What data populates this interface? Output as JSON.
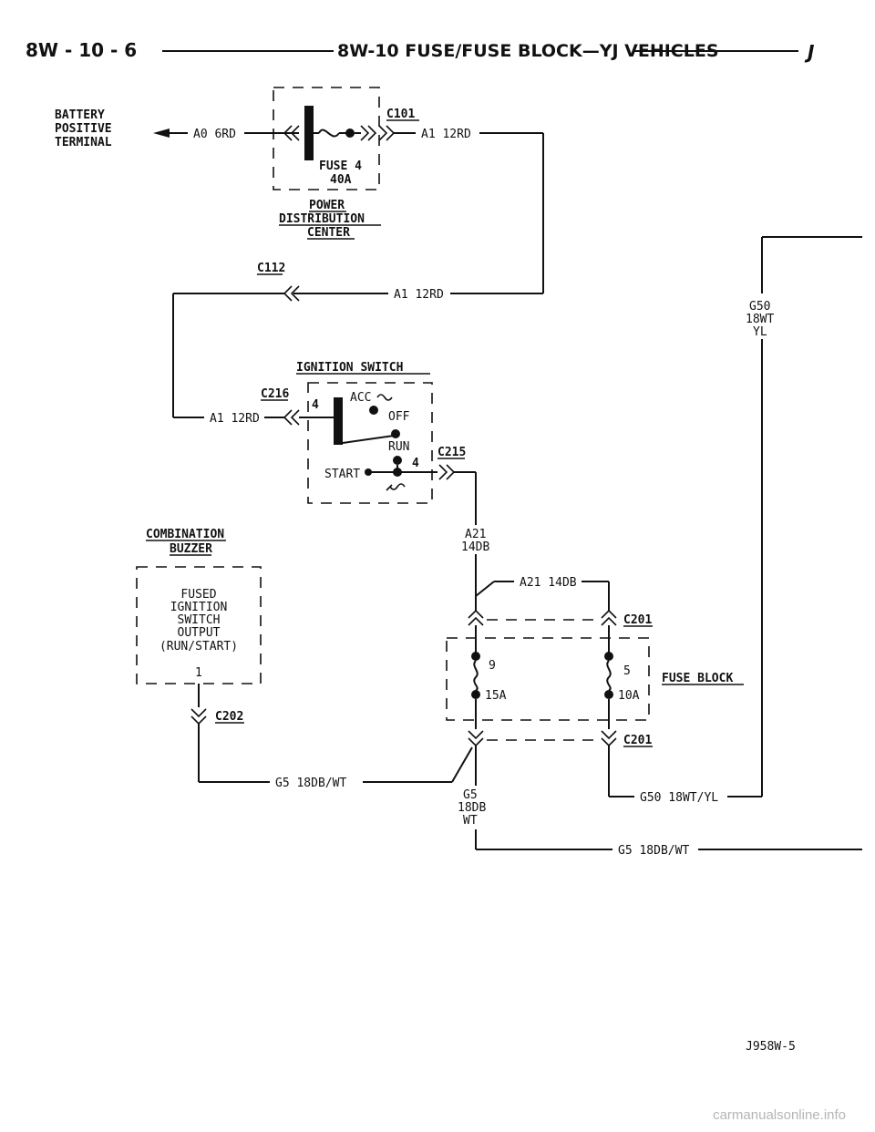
{
  "header": {
    "page_code": "8W - 10 - 6",
    "section_title": "8W-10 FUSE/FUSE BLOCK—YJ VEHICLES",
    "letter": "J"
  },
  "battery": {
    "line1": "BATTERY",
    "line2": "POSITIVE",
    "line3": "TERMINAL"
  },
  "wires": {
    "a0": "A0 6RD",
    "a1_top": "A1 12RD",
    "a1_mid": "A1 12RD",
    "a1_ign": "A1 12RD",
    "a21_a": "A21",
    "a21_b": "14DB",
    "a21_fuse": "A21 14DB",
    "g50_a": "G50",
    "g50_b": "18WT",
    "g50_c": "YL",
    "g5_left": "G5 18DB/WT",
    "g5_a": "G5",
    "g5_b": "18DB",
    "g5_c": "WT",
    "g50_bottom": "G50 18WT/YL",
    "g5_bottom": "G5 18DB/WT"
  },
  "connectors": {
    "c101": "C101",
    "c112": "C112",
    "c216": "C216",
    "c215": "C215",
    "c201_top": "C201",
    "c201_bottom": "C201",
    "c202": "C202"
  },
  "pdc": {
    "fuse_line1": "FUSE 4",
    "fuse_line2": "40A",
    "name1": "POWER",
    "name2": "DISTRIBUTION",
    "name3": "CENTER"
  },
  "ignition": {
    "title": "IGNITION SWITCH",
    "acc": "ACC",
    "off": "OFF",
    "run": "RUN",
    "start": "START",
    "pin_left": "4",
    "pin_right": "4"
  },
  "buzzer": {
    "title1": "COMBINATION",
    "title2": "BUZZER",
    "l1": "FUSED",
    "l2": "IGNITION",
    "l3": "SWITCH",
    "l4": "OUTPUT",
    "l5": "(RUN/START)",
    "pin": "1"
  },
  "fuse_block": {
    "label": "FUSE BLOCK",
    "fuse9_num": "9",
    "fuse9_amp": "15A",
    "fuse5_num": "5",
    "fuse5_amp": "10A"
  },
  "footer": {
    "code": "J958W-5"
  },
  "watermark": "carmanualsonline.info"
}
